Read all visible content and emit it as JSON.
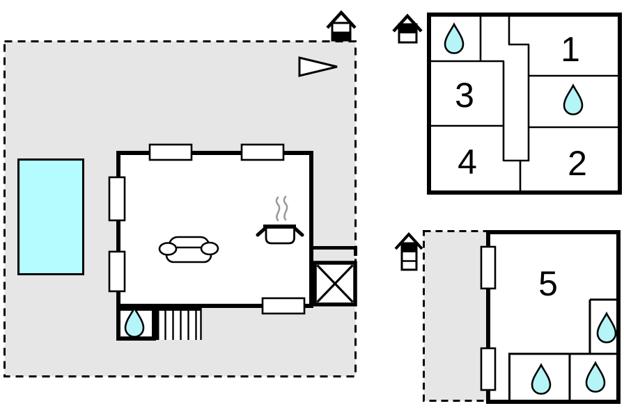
{
  "colors": {
    "plot": "#e6e6e6",
    "wall": "#000000",
    "pool": "#b4fcff",
    "water": "#b5f4f7",
    "steam": "#9a9a9a"
  },
  "ground_floor": {
    "level_icon": "house-ground-floor-icon",
    "features": [
      "plot-boundary",
      "pool",
      "orientation-arrow",
      "sofa",
      "stove-pot",
      "steam",
      "windows",
      "stairs",
      "shower-water-drop",
      "terrace-cross"
    ]
  },
  "upper_floor": {
    "level_icon": "house-upper-floor-icon",
    "rooms": [
      {
        "number": "1"
      },
      {
        "number": "2"
      },
      {
        "number": "3"
      },
      {
        "number": "4"
      }
    ],
    "water_drop_count": 2
  },
  "annex_floor": {
    "level_icon": "house-top-floor-icon",
    "rooms": [
      {
        "number": "5"
      }
    ],
    "water_drop_count": 3
  }
}
